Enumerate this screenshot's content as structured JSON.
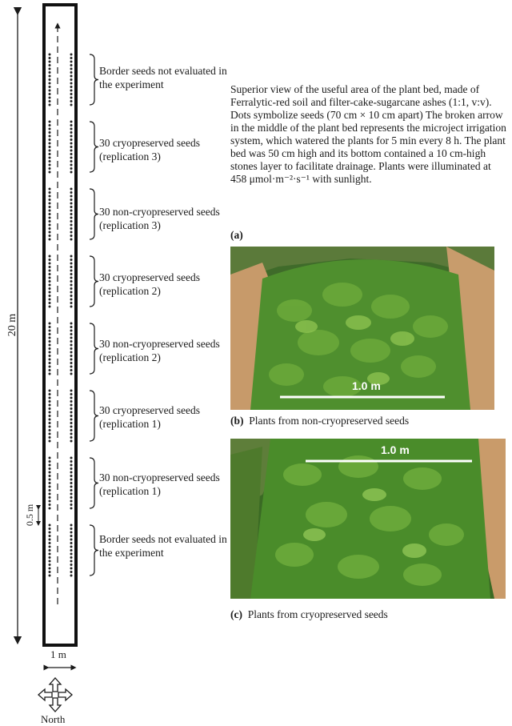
{
  "diagram": {
    "dimension_length": "20 m",
    "dimension_spacing": "0.5 m",
    "dimension_width": "1 m",
    "compass_label": "North",
    "sections": [
      {
        "label": "Border seeds not evaluated in the experiment"
      },
      {
        "label": "30 cryopreserved seeds (replication 3)"
      },
      {
        "label": "30 non-cryopreserved seeds (replication 3)"
      },
      {
        "label": "30 cryopreserved seeds (replication 2)"
      },
      {
        "label": "30 non-cryopreserved seeds (replication 2)"
      },
      {
        "label": "30 cryopreserved seeds (replication 1)"
      },
      {
        "label": "30 non-cryopreserved seeds (replication 1)"
      },
      {
        "label": "Border seeds not evaluated in the experiment"
      }
    ]
  },
  "description": "Superior view of the useful area of the plant bed, made of Ferralytic-red soil and filter-cake-sugarcane ashes (1:1, v:v). Dots symbolize seeds (70 cm × 10 cm apart) The broken arrow in the middle of the plant bed represents the microject irrigation system, which watered the plants for 5 min every 8 h. The plant bed was 50 cm high and its bottom contained a 10 cm-high stones layer to facilitate drainage. Plants were illuminated at 458 μmol·m⁻²·s⁻¹ with sunlight.",
  "panel_a": {
    "label": "(a)"
  },
  "panel_b": {
    "label": "(b)",
    "caption": "Plants from non-cryopreserved seeds",
    "scale": "1.0 m"
  },
  "panel_c": {
    "label": "(c)",
    "caption": "Plants from cryopreserved seeds",
    "scale": "1.0 m"
  }
}
